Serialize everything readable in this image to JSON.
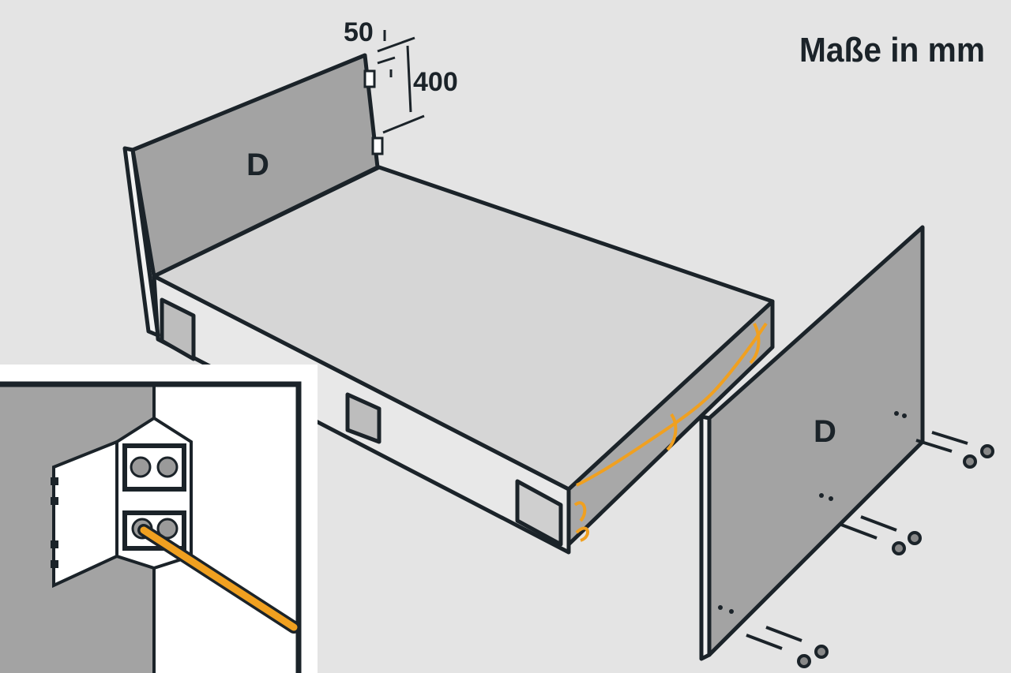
{
  "title": "Maße in mm",
  "dimensions": {
    "offset": "50",
    "spacing": "400"
  },
  "panels": {
    "headboard_label": "D",
    "side_panel_label": "D"
  },
  "colors": {
    "background": "#e4e4e4",
    "panel": "#a3a3a3",
    "top": "#d6d6d6",
    "outline": "#1b2329",
    "edge": "#f0a020"
  }
}
